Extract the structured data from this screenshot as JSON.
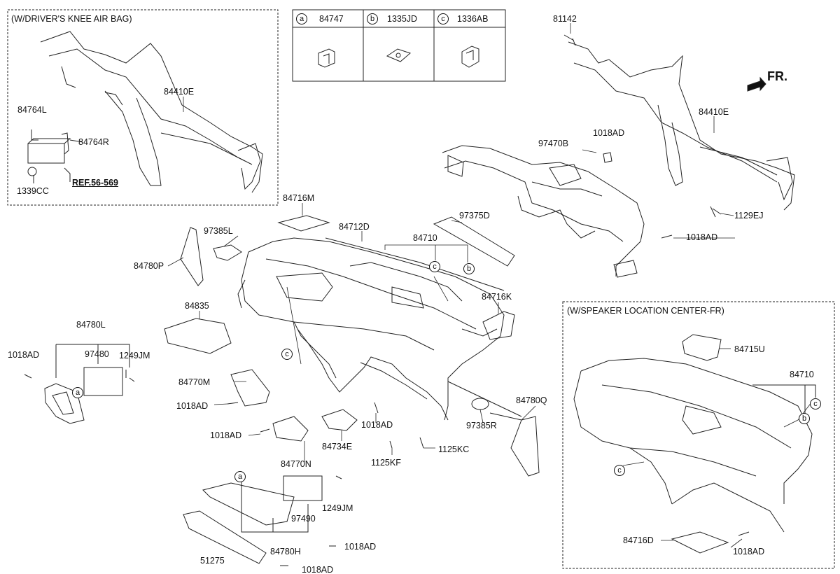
{
  "frames": {
    "knee_airbag": "(W/DRIVER'S KNEE AIR BAG)",
    "speaker_center": "(W/SPEAKER LOCATION CENTER-FR)"
  },
  "legend": [
    {
      "key": "a",
      "part": "84747"
    },
    {
      "key": "b",
      "part": "1335JD"
    },
    {
      "key": "c",
      "part": "1336AB"
    }
  ],
  "direction": "FR.",
  "ref_note": "REF.56-569",
  "parts": {
    "p84410E_left": "84410E",
    "p84764L": "84764L",
    "p84764R": "84764R",
    "p1339CC": "1339CC",
    "p81142": "81142",
    "p84410E_right": "84410E",
    "p97470B": "97470B",
    "p1018AD_top": "1018AD",
    "p1129EJ": "1129EJ",
    "p1018AD_r1": "1018AD",
    "p84716M": "84716M",
    "p97385L": "97385L",
    "p84712D": "84712D",
    "p97375D": "97375D",
    "p84710_main": "84710",
    "p84780P": "84780P",
    "p84716K": "84716K",
    "p84835": "84835",
    "p84780L": "84780L",
    "p1018AD_left": "1018AD",
    "p97480": "97480",
    "p1249JM_left": "1249JM",
    "p84770M": "84770M",
    "p1018AD_mid": "1018AD",
    "p1018AD_mid2": "1018AD",
    "p1018AD_mid3": "1018AD",
    "p84734E": "84734E",
    "p84770N": "84770N",
    "p1125KF": "1125KF",
    "p1125KC": "1125KC",
    "p97385R": "97385R",
    "p84780Q": "84780Q",
    "p97490": "97490",
    "p1249JM_bottom": "1249JM",
    "p84780H": "84780H",
    "p1018AD_b1": "1018AD",
    "p51275": "51275",
    "p1018AD_b2": "1018AD",
    "p84715U": "84715U",
    "p84710_right": "84710",
    "p84716D": "84716D",
    "p1018AD_br": "1018AD"
  },
  "callouts": {
    "c_main": "c",
    "b_main": "b",
    "c_left": "c",
    "a_left": "a",
    "a_bottom": "a",
    "c_right": "c",
    "b_right": "b",
    "c_right2": "c"
  }
}
